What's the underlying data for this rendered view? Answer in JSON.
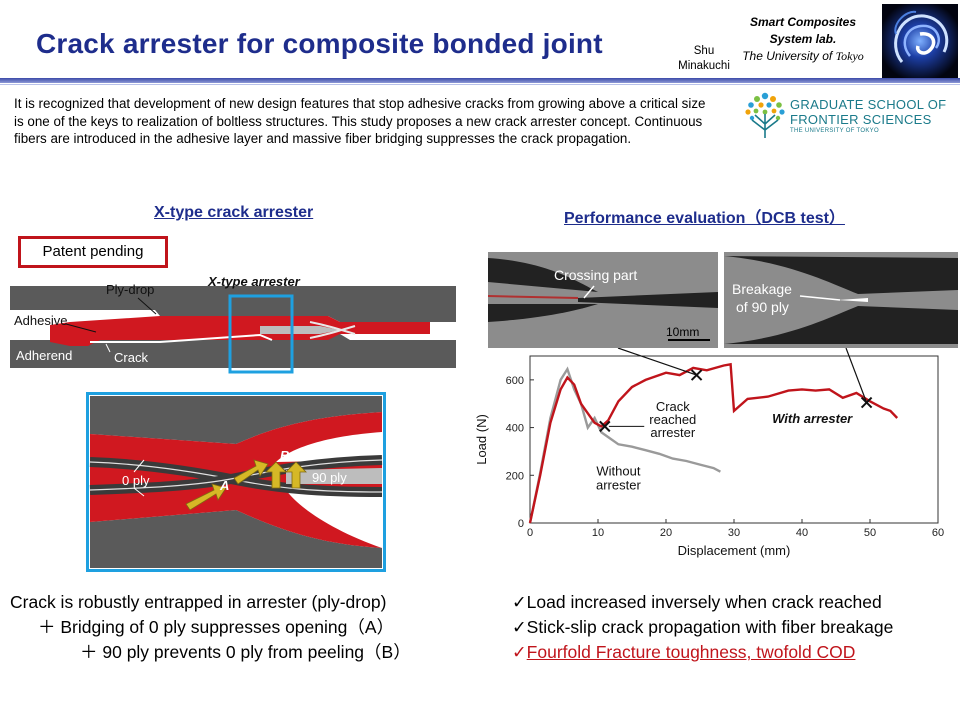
{
  "header": {
    "title": "Crack arrester for composite bonded joint",
    "author_first": "Shu",
    "author_last": "Minakuchi",
    "lab_line1": "Smart Composites",
    "lab_line2": "System lab.",
    "lab_line3_prefix": "The University of ",
    "lab_line3_name": "Tokyo"
  },
  "abstract": "It is recognized that development of new design features that stop adhesive cracks from growing above a critical size is one of the keys to realization of boltless structures. This study proposes a new crack arrester concept. Continuous fibers are introduced in the adhesive layer and massive fiber bridging suppresses the crack propagation.",
  "graduate_school": {
    "line1": "GRADUATE SCHOOL OF",
    "line2": "FRONTIER SCIENCES",
    "line3": "THE UNIVERSITY OF TOKYO"
  },
  "left": {
    "heading": "X-type crack arrester",
    "patent": "Patent pending",
    "labels": {
      "arrester": "X-type arrester",
      "plydrop": "Ply-drop",
      "adhesive": "Adhesive",
      "adherend": "Adherend",
      "crack": "Crack",
      "zero_ply": "0 ply",
      "ninety_ply": "90 ply",
      "a": "A",
      "b": "B"
    }
  },
  "right": {
    "heading": "Performance evaluation（DCB test）",
    "photo_labels": {
      "crossing": "Crossing part",
      "breakage1": "Breakage",
      "breakage2": "of 90 ply",
      "scale": "10mm"
    }
  },
  "chart_data": {
    "type": "line",
    "xlabel": "Displacement (mm)",
    "ylabel": "Load (N)",
    "xlim": [
      0,
      60
    ],
    "ylim": [
      0,
      700
    ],
    "xticks": [
      0,
      10,
      20,
      30,
      40,
      50,
      60
    ],
    "yticks": [
      0,
      200,
      400,
      600
    ],
    "series": [
      {
        "name": "With arrester",
        "color": "#c0141b",
        "x": [
          0,
          1.5,
          3,
          4.5,
          5.5,
          6.5,
          7.5,
          8.5,
          9.5,
          10.5,
          11.5,
          13,
          15,
          17,
          20,
          22,
          24,
          26,
          28.5,
          29.5,
          30,
          32,
          35,
          38,
          40,
          42,
          44,
          46,
          48,
          50,
          52,
          53,
          54
        ],
        "y": [
          0,
          200,
          420,
          560,
          610,
          580,
          500,
          460,
          420,
          405,
          430,
          510,
          570,
          600,
          630,
          620,
          650,
          640,
          660,
          665,
          470,
          520,
          530,
          555,
          560,
          555,
          560,
          525,
          545,
          510,
          480,
          470,
          440
        ]
      },
      {
        "name": "Without arrester",
        "color": "#9a9a9a",
        "x": [
          0,
          1.5,
          3,
          4.5,
          5.5,
          6.5,
          7.5,
          8.5,
          9.5,
          10.5,
          11.5,
          13,
          15,
          17,
          19,
          21,
          23,
          25,
          27,
          28
        ],
        "y": [
          0,
          210,
          440,
          600,
          645,
          560,
          500,
          400,
          440,
          380,
          360,
          330,
          320,
          305,
          290,
          270,
          260,
          245,
          230,
          215
        ]
      }
    ],
    "annotations": [
      {
        "text": "Crack",
        "x": 21,
        "y": 470
      },
      {
        "text": "reached",
        "x": 21,
        "y": 415
      },
      {
        "text": "arrester",
        "x": 21,
        "y": 360
      },
      {
        "text": "With arrester",
        "x": 41.5,
        "y": 420
      },
      {
        "text": "Without",
        "x": 13,
        "y": 200
      },
      {
        "text": "arrester",
        "x": 13,
        "y": 140
      }
    ],
    "markers": [
      {
        "x": 11,
        "y": 405
      },
      {
        "x": 24.5,
        "y": 620
      },
      {
        "x": 49.5,
        "y": 505
      }
    ]
  },
  "summary_left": {
    "line1": "Crack is robustly entrapped in arrester (ply-drop)",
    "line2": "＋ Bridging of 0 ply suppresses opening（A）",
    "line3": "＋ 90 ply prevents 0 ply from peeling（B）"
  },
  "summary_right": {
    "line1": "✓Load increased inversely when crack reached",
    "line2": "✓Stick-slip crack propagation with fiber breakage",
    "check3": "✓",
    "line3": "Fourfold Fracture toughness, twofold COD"
  },
  "colors": {
    "title": "#1e2d8c",
    "accent_red": "#c0141b",
    "adhesive": "#d01820",
    "adherend": "#555555",
    "highlight_box": "#1ea0e0"
  }
}
